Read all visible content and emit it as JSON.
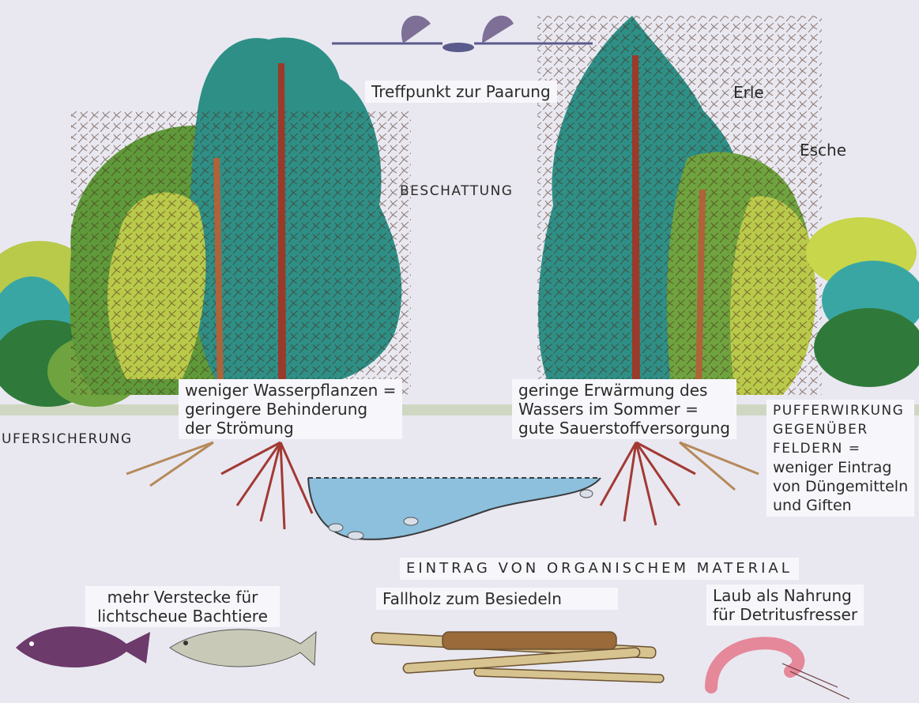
{
  "labels": {
    "mating": "Treffpunkt zur Paarung",
    "alder": "Erle",
    "ash": "Esche",
    "shading": "BESCHATTUNG",
    "fewer_plants": [
      "weniger Wasserpflanzen =",
      "geringere Behinderung",
      "der Strömung"
    ],
    "bank_protection": "UFERSICHERUNG",
    "low_warming": [
      "geringe Erwärmung des",
      "Wassers im Sommer =",
      "gute Sauerstoffversorgung"
    ],
    "buffer": [
      "PUFFERWIRKUNG",
      "GEGENÜBER",
      "FELDERN =",
      "weniger Eintrag",
      "von Düngemitteln",
      "und Giften"
    ],
    "organic_input": "EINTRAG VON ORGANISCHEM MATERIAL",
    "hiding": [
      "mehr Verstecke für",
      "lichtscheue Bachtiere"
    ],
    "deadwood": "Fallholz zum Besiedeln",
    "leaves": [
      "Laub als Nahrung",
      "für Detritusfresser"
    ]
  },
  "colors": {
    "background": "#e9e8f1",
    "canopy_teal": "#2e8f86",
    "canopy_green": "#5f9a3a",
    "canopy_yellow": "#b9c94a",
    "trunk": "#9b3a2a",
    "roots": "#a23a34",
    "water": "#8cc0dd"
  },
  "icons": [
    "mayfly-icon",
    "stickleback-icon",
    "trout-icon",
    "deadwood-icon",
    "shrimp-icon"
  ]
}
